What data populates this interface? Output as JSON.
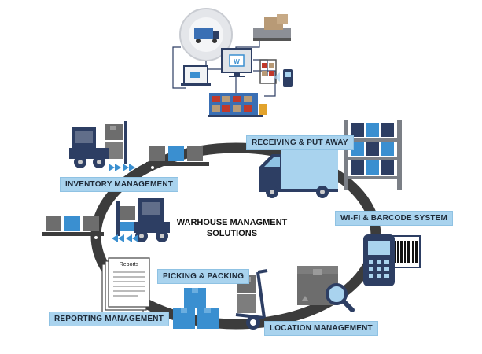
{
  "title_line1": "WARHOUSE MANAGMENT",
  "title_line2": "SOLUTIONS",
  "labels": {
    "receiving": "RECEIVING & PUT AWAY",
    "wifi": "WI-FI & BARCODE SYSTEM",
    "location": "LOCATION MANAGEMENT",
    "picking": "PICKING & PACKING",
    "reporting": "REPORTING MANAGEMENT",
    "inventory": "INVENTORY MANAGEMENT"
  },
  "reports_doc_label": "Reports",
  "monitor_logo": "W",
  "colors": {
    "navy": "#2d3e63",
    "blue": "#3a8fd0",
    "light_blue": "#a9d3ee",
    "gray_box": "#6d6d6d",
    "track": "#3c3c3c"
  }
}
